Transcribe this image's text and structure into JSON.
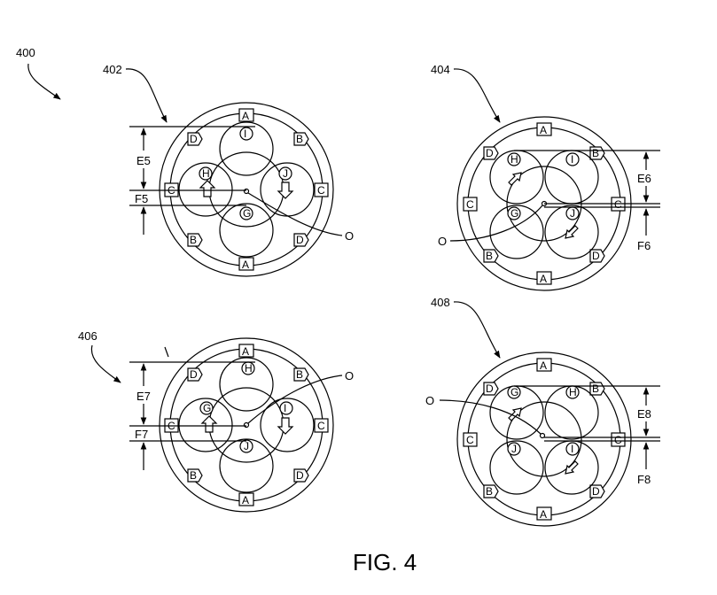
{
  "figure": {
    "caption": "FIG. 4",
    "ref_main": "400",
    "panels": [
      {
        "id": "402",
        "origin": "O",
        "dim_e": "E5",
        "dim_f": "F5",
        "slots": [
          "A",
          "A",
          "B",
          "B",
          "C",
          "C",
          "D",
          "D"
        ],
        "circles": {
          "top": "I",
          "left": "H",
          "right": "J",
          "bottom": "G"
        }
      },
      {
        "id": "404",
        "origin": "O",
        "dim_e": "E6",
        "dim_f": "F6",
        "slots": [
          "A",
          "A",
          "B",
          "B",
          "C",
          "C",
          "D",
          "D"
        ],
        "circles": {
          "tl": "H",
          "tr": "I",
          "bl": "G",
          "br": "J"
        }
      },
      {
        "id": "406",
        "origin": "O",
        "dim_e": "E7",
        "dim_f": "F7",
        "slots": [
          "A",
          "A",
          "B",
          "B",
          "C",
          "C",
          "D",
          "D"
        ],
        "circles": {
          "top": "H",
          "left": "G",
          "right": "I",
          "bottom": "J"
        }
      },
      {
        "id": "408",
        "origin": "O",
        "dim_e": "E8",
        "dim_f": "F8",
        "slots": [
          "A",
          "A",
          "B",
          "B",
          "C",
          "C",
          "D",
          "D"
        ],
        "circles": {
          "tl": "G",
          "tr": "H",
          "bl": "J",
          "br": "I"
        }
      }
    ]
  }
}
